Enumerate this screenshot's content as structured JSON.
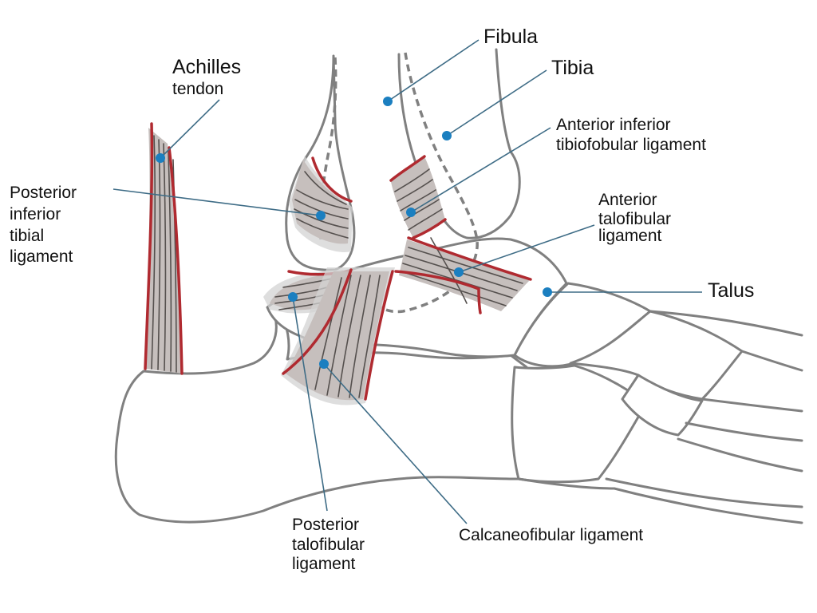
{
  "colors": {
    "bone_outline": "#808080",
    "ligament_fill": "#c6bfbd",
    "ligament_edge": "#b02a30",
    "fiber": "#55504e",
    "leader_line": "#3e6c86",
    "marker": "#1b7fc0"
  },
  "labels": {
    "fibula": "Fibula",
    "tibia": "Tibia",
    "achilles": [
      "Achilles",
      "tendon"
    ],
    "aitfl": [
      "Anterior inferior",
      "tibiofobular ligament"
    ],
    "pitl": [
      "Posterior",
      "inferior",
      "tibial",
      "ligament"
    ],
    "atfl": [
      "Anterior",
      "talofibular",
      "ligament"
    ],
    "talus": "Talus",
    "ptfl": [
      "Posterior",
      "talofibular",
      "ligament"
    ],
    "cfl": "Calcaneofibular ligament"
  }
}
